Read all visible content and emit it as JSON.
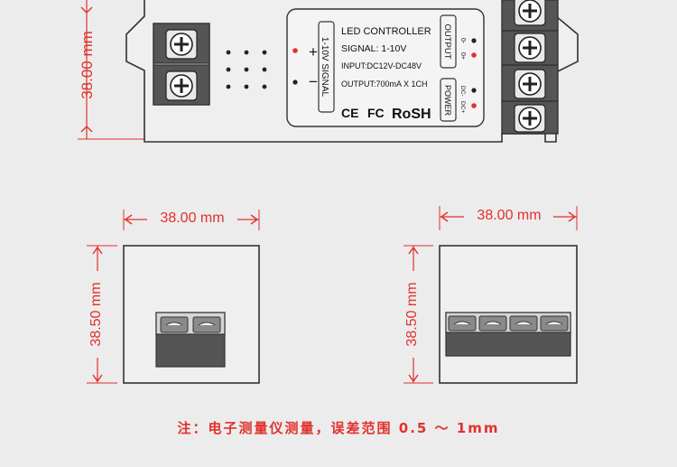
{
  "colors": {
    "dimension": "#e2312c",
    "outline": "#3a3a3a",
    "terminal_dark": "#5a5a5a",
    "housing": "#ececec"
  },
  "top_view": {
    "height_dim": "38.00 mm",
    "label": {
      "title": "LED CONTROLLER",
      "signal": "SIGNAL: 1-10V",
      "input": "INPUT:DC12V-DC48V",
      "output": "OUTPUT:700mA X 1CH",
      "certs": "CE FC RoSH",
      "input_box": "1-10V  SIGNAL",
      "plus": "+",
      "minus": "−",
      "output_box": "OUTPUT",
      "power_box": "POWER",
      "out_pins": [
        "0-",
        "0+"
      ],
      "power_pins": [
        "DC-",
        "DC+"
      ]
    }
  },
  "left_side_view": {
    "width_dim": "38.00 mm",
    "height_dim": "38.50 mm"
  },
  "right_side_view": {
    "width_dim": "38.00 mm",
    "height_dim": "38.50 mm"
  },
  "note": "注：电子测量仪测量，误差范围 0.5 ～ 1mm"
}
